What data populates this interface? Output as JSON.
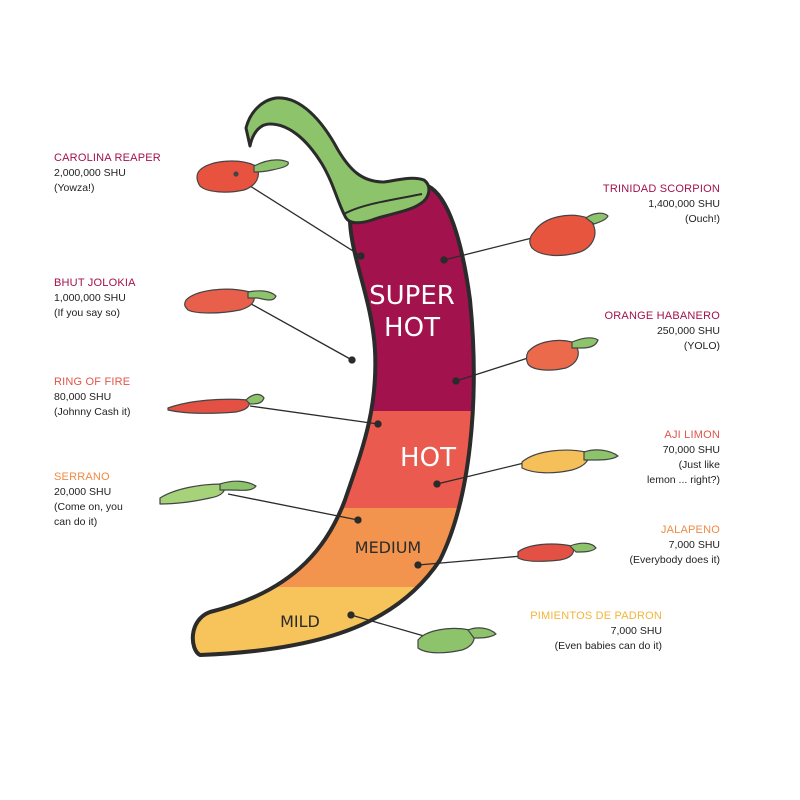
{
  "colors": {
    "super_hot": "#a2124d",
    "hot": "#ea5a4e",
    "medium": "#f3944e",
    "mild": "#f7c35b",
    "stem": "#8cc36b",
    "outline": "#2b2b2b"
  },
  "zones": {
    "super_hot": "SUPER\nHOT",
    "hot": "HOT",
    "medium": "MEDIUM",
    "mild": "MILD"
  },
  "peppers": [
    {
      "name": "CAROLINA REAPER",
      "shu": "2,000,000 SHU",
      "note": "(Yowza!)",
      "name_color": "#a2124d"
    },
    {
      "name": "BHUT JOLOKIA",
      "shu": "1,000,000 SHU",
      "note": "(If you say so)",
      "name_color": "#a2124d"
    },
    {
      "name": "RING OF FIRE",
      "shu": "80,000 SHU",
      "note": "(Johnny Cash it)",
      "name_color": "#e0554a"
    },
    {
      "name": "SERRANO",
      "shu": "20,000 SHU",
      "note": "(Come on, you\n can do it)",
      "name_color": "#f08a45"
    },
    {
      "name": "TRINIDAD SCORPION",
      "shu": "1,400,000 SHU",
      "note": "(Ouch!)",
      "name_color": "#a2124d"
    },
    {
      "name": "ORANGE HABANERO",
      "shu": "250,000 SHU",
      "note": "(YOLO)",
      "name_color": "#a2124d"
    },
    {
      "name": "AJI LIMON",
      "shu": "70,000 SHU",
      "note": "(Just like\nlemon ... right?)",
      "name_color": "#e0554a"
    },
    {
      "name": "JALAPENO",
      "shu": "7,000 SHU",
      "note": "(Everybody does it)",
      "name_color": "#f08a45"
    },
    {
      "name": "PIMIENTOS DE PADRON",
      "shu": "7,000 SHU",
      "note": "(Even babies can do it)",
      "name_color": "#f3b53a"
    }
  ]
}
